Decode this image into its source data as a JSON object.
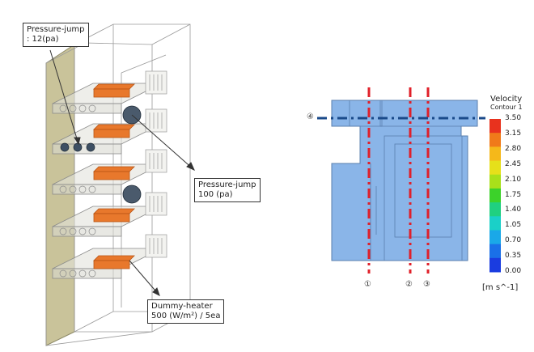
{
  "left_panel": {
    "callouts": {
      "pressure_jump_small": {
        "line1": "Pressure-jump",
        "line2": ": 12(pa)"
      },
      "pressure_jump_large": {
        "line1": "Pressure-jump",
        "line2": "100 (pa)"
      },
      "dummy_heater": {
        "line1": "Dummy-heater",
        "line2": "500 (W/m²) / 5ea"
      }
    },
    "colors": {
      "heater": "#e8782c",
      "fan": "#3d4f63",
      "wall": "#c9c39a"
    }
  },
  "right_panel": {
    "legend": {
      "title_line1": "Velocity",
      "title_line2": "Contour 1",
      "unit": "[m s^-1]",
      "ticks": [
        "3.50",
        "3.15",
        "2.80",
        "2.45",
        "2.10",
        "1.75",
        "1.40",
        "1.05",
        "0.70",
        "0.35",
        "0.00"
      ],
      "colors": [
        "#e8321e",
        "#f07a1a",
        "#f5b81a",
        "#e6e01a",
        "#a8e01a",
        "#3cd22a",
        "#20d080",
        "#1ad0c8",
        "#1aa8e8",
        "#1a70e8",
        "#1a3ce0"
      ]
    },
    "section_markers": {
      "s1": "①",
      "s2": "②",
      "s3": "③",
      "s4": "④"
    },
    "colors": {
      "domain_fill": "#8ab5e8",
      "red_line": "#e0202a",
      "blue_line": "#1a4a8a"
    }
  }
}
